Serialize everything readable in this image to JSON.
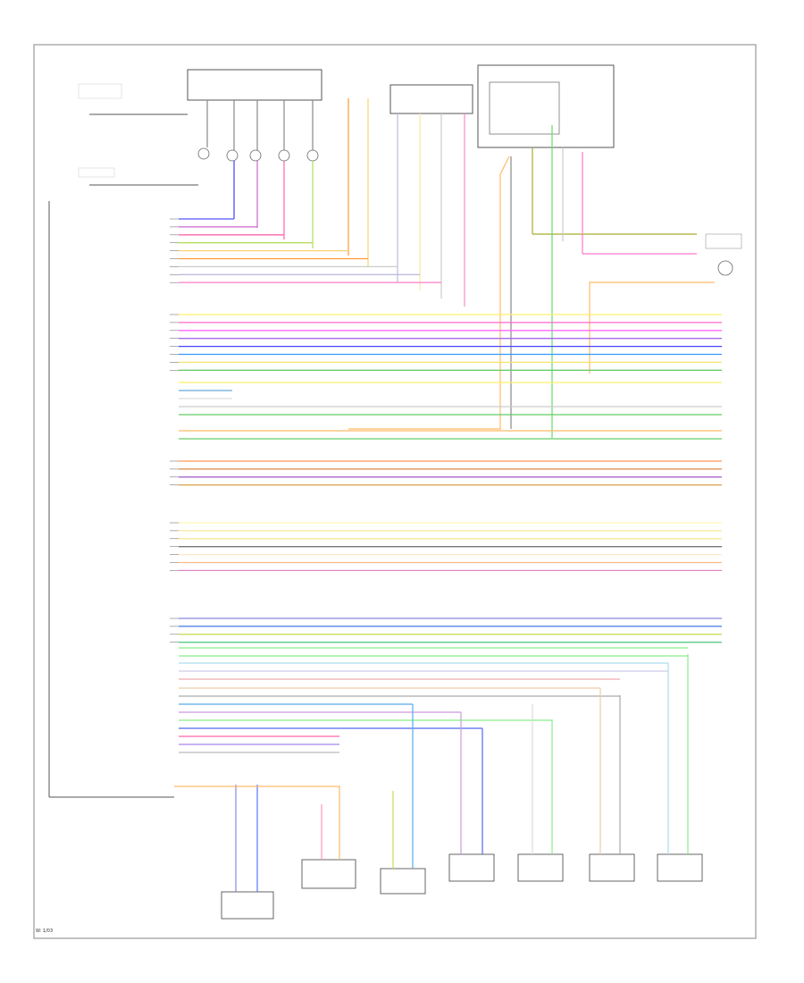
{
  "diagram": {
    "footer_code": "W: 1/03"
  },
  "wire_groups": [
    {
      "group": "top",
      "wires": [
        {
          "color": "#5555ff"
        },
        {
          "color": "#cc66cc"
        },
        {
          "color": "#ff66aa"
        },
        {
          "color": "#b4dc5a"
        },
        {
          "color": "#ffd070"
        },
        {
          "color": "#ff9933"
        },
        {
          "color": "#cccccc"
        },
        {
          "color": "#bbbbdd"
        },
        {
          "color": "#ff88cc"
        }
      ]
    },
    {
      "group": "long-bus-1",
      "wires": [
        {
          "color": "#fff06a"
        },
        {
          "color": "#ff66cc"
        },
        {
          "color": "#ff66ff"
        },
        {
          "color": "#aa66ee"
        },
        {
          "color": "#4444ff"
        },
        {
          "color": "#3399ff"
        },
        {
          "color": "#f7e36b"
        },
        {
          "color": "#66cc66"
        }
      ]
    },
    {
      "group": "mid-bus",
      "wires": [
        {
          "color": "#ff9955"
        },
        {
          "color": "#dd8844"
        },
        {
          "color": "#aa66cc"
        },
        {
          "color": "#ddaa55"
        }
      ]
    },
    {
      "group": "lower-bus",
      "wires": [
        {
          "color": "#fff8b0"
        },
        {
          "color": "#f5e89a"
        },
        {
          "color": "#f5e89a"
        },
        {
          "color": "#777777"
        },
        {
          "color": "#ffe8c8"
        },
        {
          "color": "#ffbb88"
        },
        {
          "color": "#dd88cc"
        }
      ]
    },
    {
      "group": "bottom-bus",
      "wires": [
        {
          "color": "#8888dd"
        },
        {
          "color": "#4477ee"
        },
        {
          "color": "#ccdd55"
        },
        {
          "color": "#55cc88"
        }
      ]
    }
  ]
}
